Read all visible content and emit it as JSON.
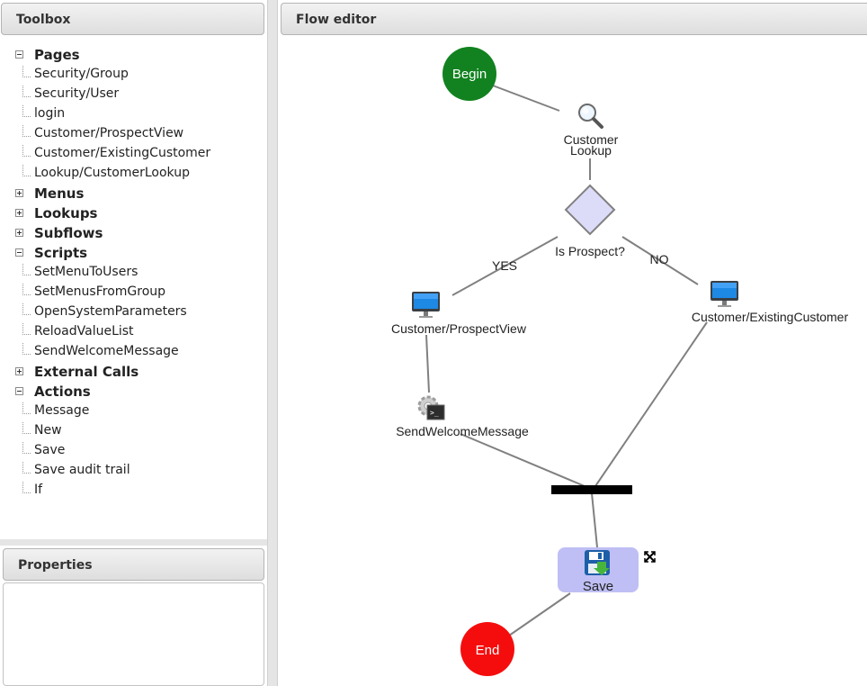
{
  "toolbox": {
    "title": "Toolbox",
    "tree": [
      {
        "label": "Pages",
        "group": true,
        "expanded": true
      },
      {
        "label": "Security/Group"
      },
      {
        "label": "Security/User"
      },
      {
        "label": "login"
      },
      {
        "label": "Customer/ProspectView"
      },
      {
        "label": "Customer/ExistingCustomer"
      },
      {
        "label": "Lookup/CustomerLookup"
      },
      {
        "label": "Menus",
        "group": true,
        "expanded": false
      },
      {
        "label": "Lookups",
        "group": true,
        "expanded": false
      },
      {
        "label": "Subflows",
        "group": true,
        "expanded": false
      },
      {
        "label": "Scripts",
        "group": true,
        "expanded": true
      },
      {
        "label": "SetMenuToUsers"
      },
      {
        "label": "SetMenusFromGroup"
      },
      {
        "label": "OpenSystemParameters"
      },
      {
        "label": "ReloadValueList"
      },
      {
        "label": "SendWelcomeMessage"
      },
      {
        "label": "External Calls",
        "group": true,
        "expanded": false
      },
      {
        "label": "Actions",
        "group": true,
        "expanded": true
      },
      {
        "label": "Message"
      },
      {
        "label": "New"
      },
      {
        "label": "Save"
      },
      {
        "label": "Save audit trail"
      },
      {
        "label": "If"
      }
    ]
  },
  "properties": {
    "title": "Properties"
  },
  "editor": {
    "title": "Flow editor",
    "nodes": {
      "begin": "Begin",
      "customer_lookup_line1": "Customer",
      "customer_lookup_line2": "Lookup",
      "is_prospect": "Is Prospect?",
      "yes": "YES",
      "no": "NO",
      "prospect_view": "Customer/ProspectView",
      "existing_customer": "Customer/ExistingCustomer",
      "send_welcome": "SendWelcomeMessage",
      "save": "Save",
      "end": "End"
    },
    "colors": {
      "begin": "#11821f",
      "end": "#f50d0d",
      "decision_fill": "#dcdcf8",
      "save_fill": "#bfbff5",
      "edge": "#808080"
    }
  }
}
